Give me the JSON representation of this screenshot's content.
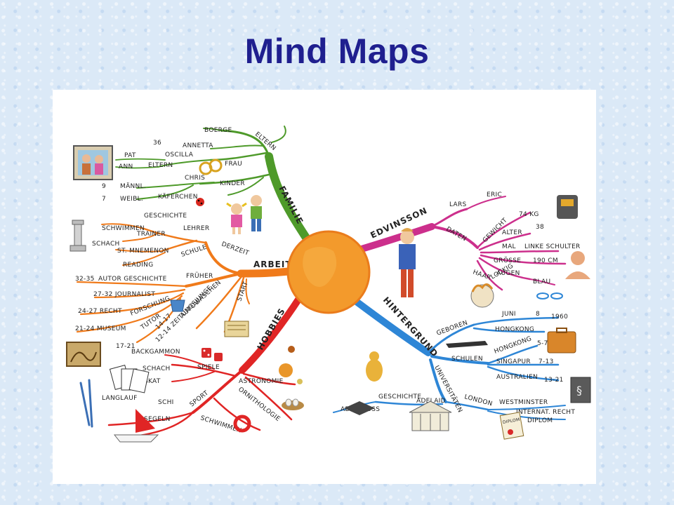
{
  "title": "Mind Maps",
  "colors": {
    "familie": "#4e9a2a",
    "arbeit": "#f07a1a",
    "hobbies": "#e02525",
    "edvinsson": "#cc2f8c",
    "hintergrund": "#2e86d6",
    "center": "#f39a2c"
  },
  "branches": {
    "familie": {
      "label": "FAMILIE",
      "items": {
        "boerge": "BOERGE",
        "annetta": "ANNETTA",
        "n36": "36",
        "oscilla": "OSCILLA",
        "eltern_r": "ELTERN",
        "frau": "FRAU",
        "pat": "PAT",
        "ann": "ANN",
        "eltern": "ELTERN",
        "chris": "CHRIS",
        "kinder": "KINDER",
        "n9": "9",
        "maennl": "MÄNNL.",
        "n7": "7",
        "weibl": "WEIBL.",
        "kaeferchen": "KÄFERCHEN"
      }
    },
    "arbeit": {
      "label": "ARBEIT",
      "items": {
        "schwimmen": "SCHWIMMEN",
        "geschichte": "GESCHICHTE",
        "trainer": "TRAINER",
        "lehrer": "LEHRER",
        "schach": "SCHACH",
        "derzeit": "DERZEIT",
        "mnemenon": "ST. MNEMENON",
        "schule": "SCHULE",
        "reading": "READING",
        "frueher": "FRÜHER",
        "autor_y": "32-35",
        "autor": "AUTOR GESCHICHTE",
        "journalist": "27-32 JOURNALIST",
        "recht": "24-27 RECHT",
        "forschung": "FORSCHUNG",
        "museum": "21-24 MUSEUM",
        "tutor": "TUTOR",
        "tutor_y": "17-21",
        "autowaschen_y": "14-17",
        "autowaschen": "AUTOWASCHEN",
        "zeitung": "12-14 ZEITUNGSJUNGE",
        "start": "START"
      }
    },
    "hobbies": {
      "label": "HOBBIES",
      "items": {
        "backgammon": "BACKGAMMON",
        "spiele": "SPIELE",
        "schach": "SCHACH",
        "skat": "SKAT",
        "astronomie": "ASTRONOMIE",
        "ornithologie": "ORNITHOLOGIE",
        "langlauf": "LANGLAUF",
        "schi": "SCHI",
        "sport": "SPORT",
        "segeln": "SEGELN",
        "schwimmen": "SCHWIMMEN"
      }
    },
    "edvinsson": {
      "label": "EDVINSSON",
      "items": {
        "lars": "LARS",
        "eric": "ERIC",
        "daten": "DATEN",
        "gewicht": "GEWICHT",
        "kg": "74 KG",
        "alter": "ALTER",
        "n38": "38",
        "mal": "MAL",
        "schulter": "LINKE SCHULTER",
        "groesse": "GRÖSSE",
        "cm": "190 CM",
        "augen": "AUGEN",
        "blau": "BLAU",
        "haar": "HAAR",
        "lockig": "LOCKIG"
      }
    },
    "hintergrund": {
      "label": "HINTERGRUND",
      "items": {
        "juni": "JUNI",
        "n8": "8",
        "y1960": "1960",
        "geboren": "GEBOREN",
        "hongkong1": "HONGKONG",
        "hongkong2": "HONGKONG",
        "y57": "5-7",
        "schulen": "SCHULEN",
        "singapur": "SINGAPUR",
        "y713": "7-13",
        "australien": "AUSTRALIEN",
        "y1321": "13-21",
        "universitaeten": "UNIVERSITÄTEN",
        "geschichte": "GESCHICHTE",
        "adelaid": "ADELAID",
        "london": "LONDON",
        "westminster": "WESTMINSTER",
        "recht": "INTERNAT. RECHT",
        "abschluss": "ABSCHLUSS",
        "diplom": "DIPLOM",
        "diplom_card": "DIPLOM"
      }
    }
  }
}
